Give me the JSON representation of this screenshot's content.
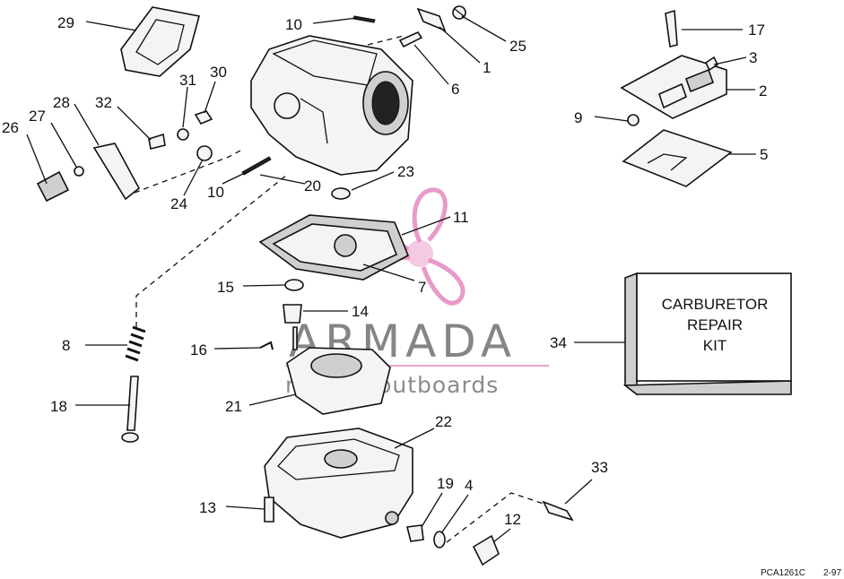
{
  "diagram": {
    "callouts": [
      {
        "id": "c29",
        "label": "29"
      },
      {
        "id": "c10a",
        "label": "10"
      },
      {
        "id": "c25",
        "label": "25"
      },
      {
        "id": "c1",
        "label": "1"
      },
      {
        "id": "c6",
        "label": "6"
      },
      {
        "id": "c17",
        "label": "17"
      },
      {
        "id": "c3",
        "label": "3"
      },
      {
        "id": "c2",
        "label": "2"
      },
      {
        "id": "c9",
        "label": "9"
      },
      {
        "id": "c5",
        "label": "5"
      },
      {
        "id": "c31",
        "label": "31"
      },
      {
        "id": "c30",
        "label": "30"
      },
      {
        "id": "c32",
        "label": "32"
      },
      {
        "id": "c28",
        "label": "28"
      },
      {
        "id": "c27",
        "label": "27"
      },
      {
        "id": "c26",
        "label": "26"
      },
      {
        "id": "c24",
        "label": "24"
      },
      {
        "id": "c10b",
        "label": "10"
      },
      {
        "id": "c20",
        "label": "20"
      },
      {
        "id": "c23",
        "label": "23"
      },
      {
        "id": "c11",
        "label": "11"
      },
      {
        "id": "c7",
        "label": "7"
      },
      {
        "id": "c15",
        "label": "15"
      },
      {
        "id": "c14",
        "label": "14"
      },
      {
        "id": "c8",
        "label": "8"
      },
      {
        "id": "c16",
        "label": "16"
      },
      {
        "id": "c34",
        "label": "34"
      },
      {
        "id": "c21",
        "label": "21"
      },
      {
        "id": "c18",
        "label": "18"
      },
      {
        "id": "c22",
        "label": "22"
      },
      {
        "id": "c33",
        "label": "33"
      },
      {
        "id": "c19",
        "label": "19"
      },
      {
        "id": "c4",
        "label": "4"
      },
      {
        "id": "c13",
        "label": "13"
      },
      {
        "id": "c12",
        "label": "12"
      }
    ],
    "kit_box": {
      "line1": "CARBURETOR",
      "line2": "REPAIR",
      "line3": "KIT"
    },
    "drawing_code": "PCA1261C",
    "drawing_date": "2-97"
  },
  "watermark": {
    "brand": "ARMADA",
    "tagline": "marine outboards",
    "accent_color": "#e58fc2",
    "text_color": "#707070"
  }
}
